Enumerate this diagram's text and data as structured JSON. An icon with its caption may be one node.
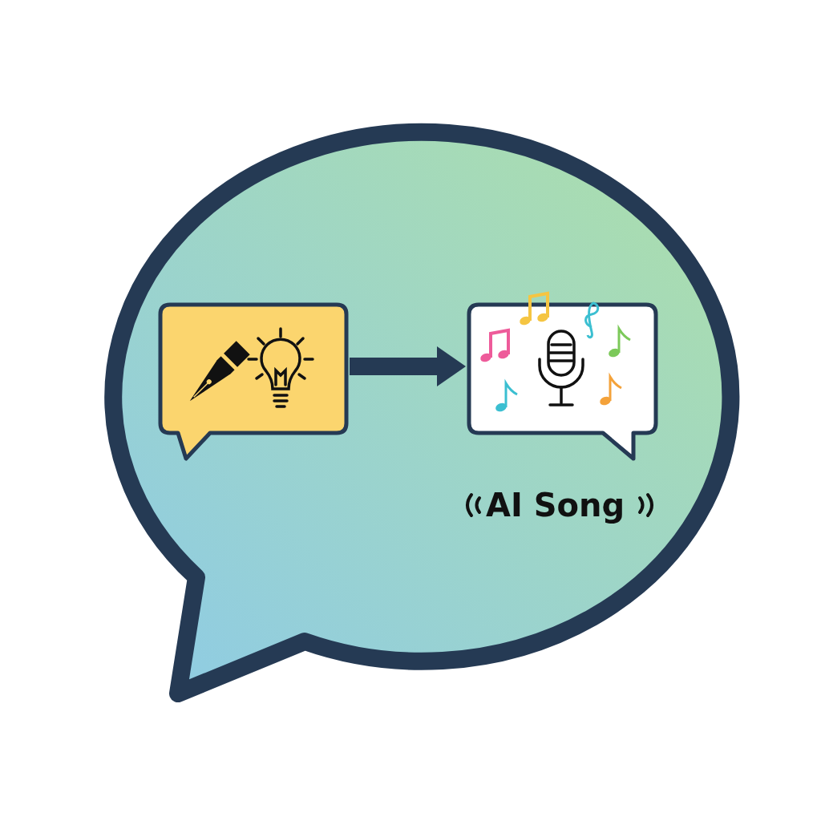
{
  "diagram": {
    "nodes": [
      {
        "text": [],
        "shape": "bubble"
      },
      {
        "text": [],
        "shape": "picture",
        "in": 0
      },
      {
        "text": [],
        "shape": "picture",
        "in": 0,
        "beside": [
          "AI Song"
        ]
      }
    ],
    "edges": [
      {
        "from": 1,
        "to": 2,
        "arrow": "to"
      }
    ]
  }
}
